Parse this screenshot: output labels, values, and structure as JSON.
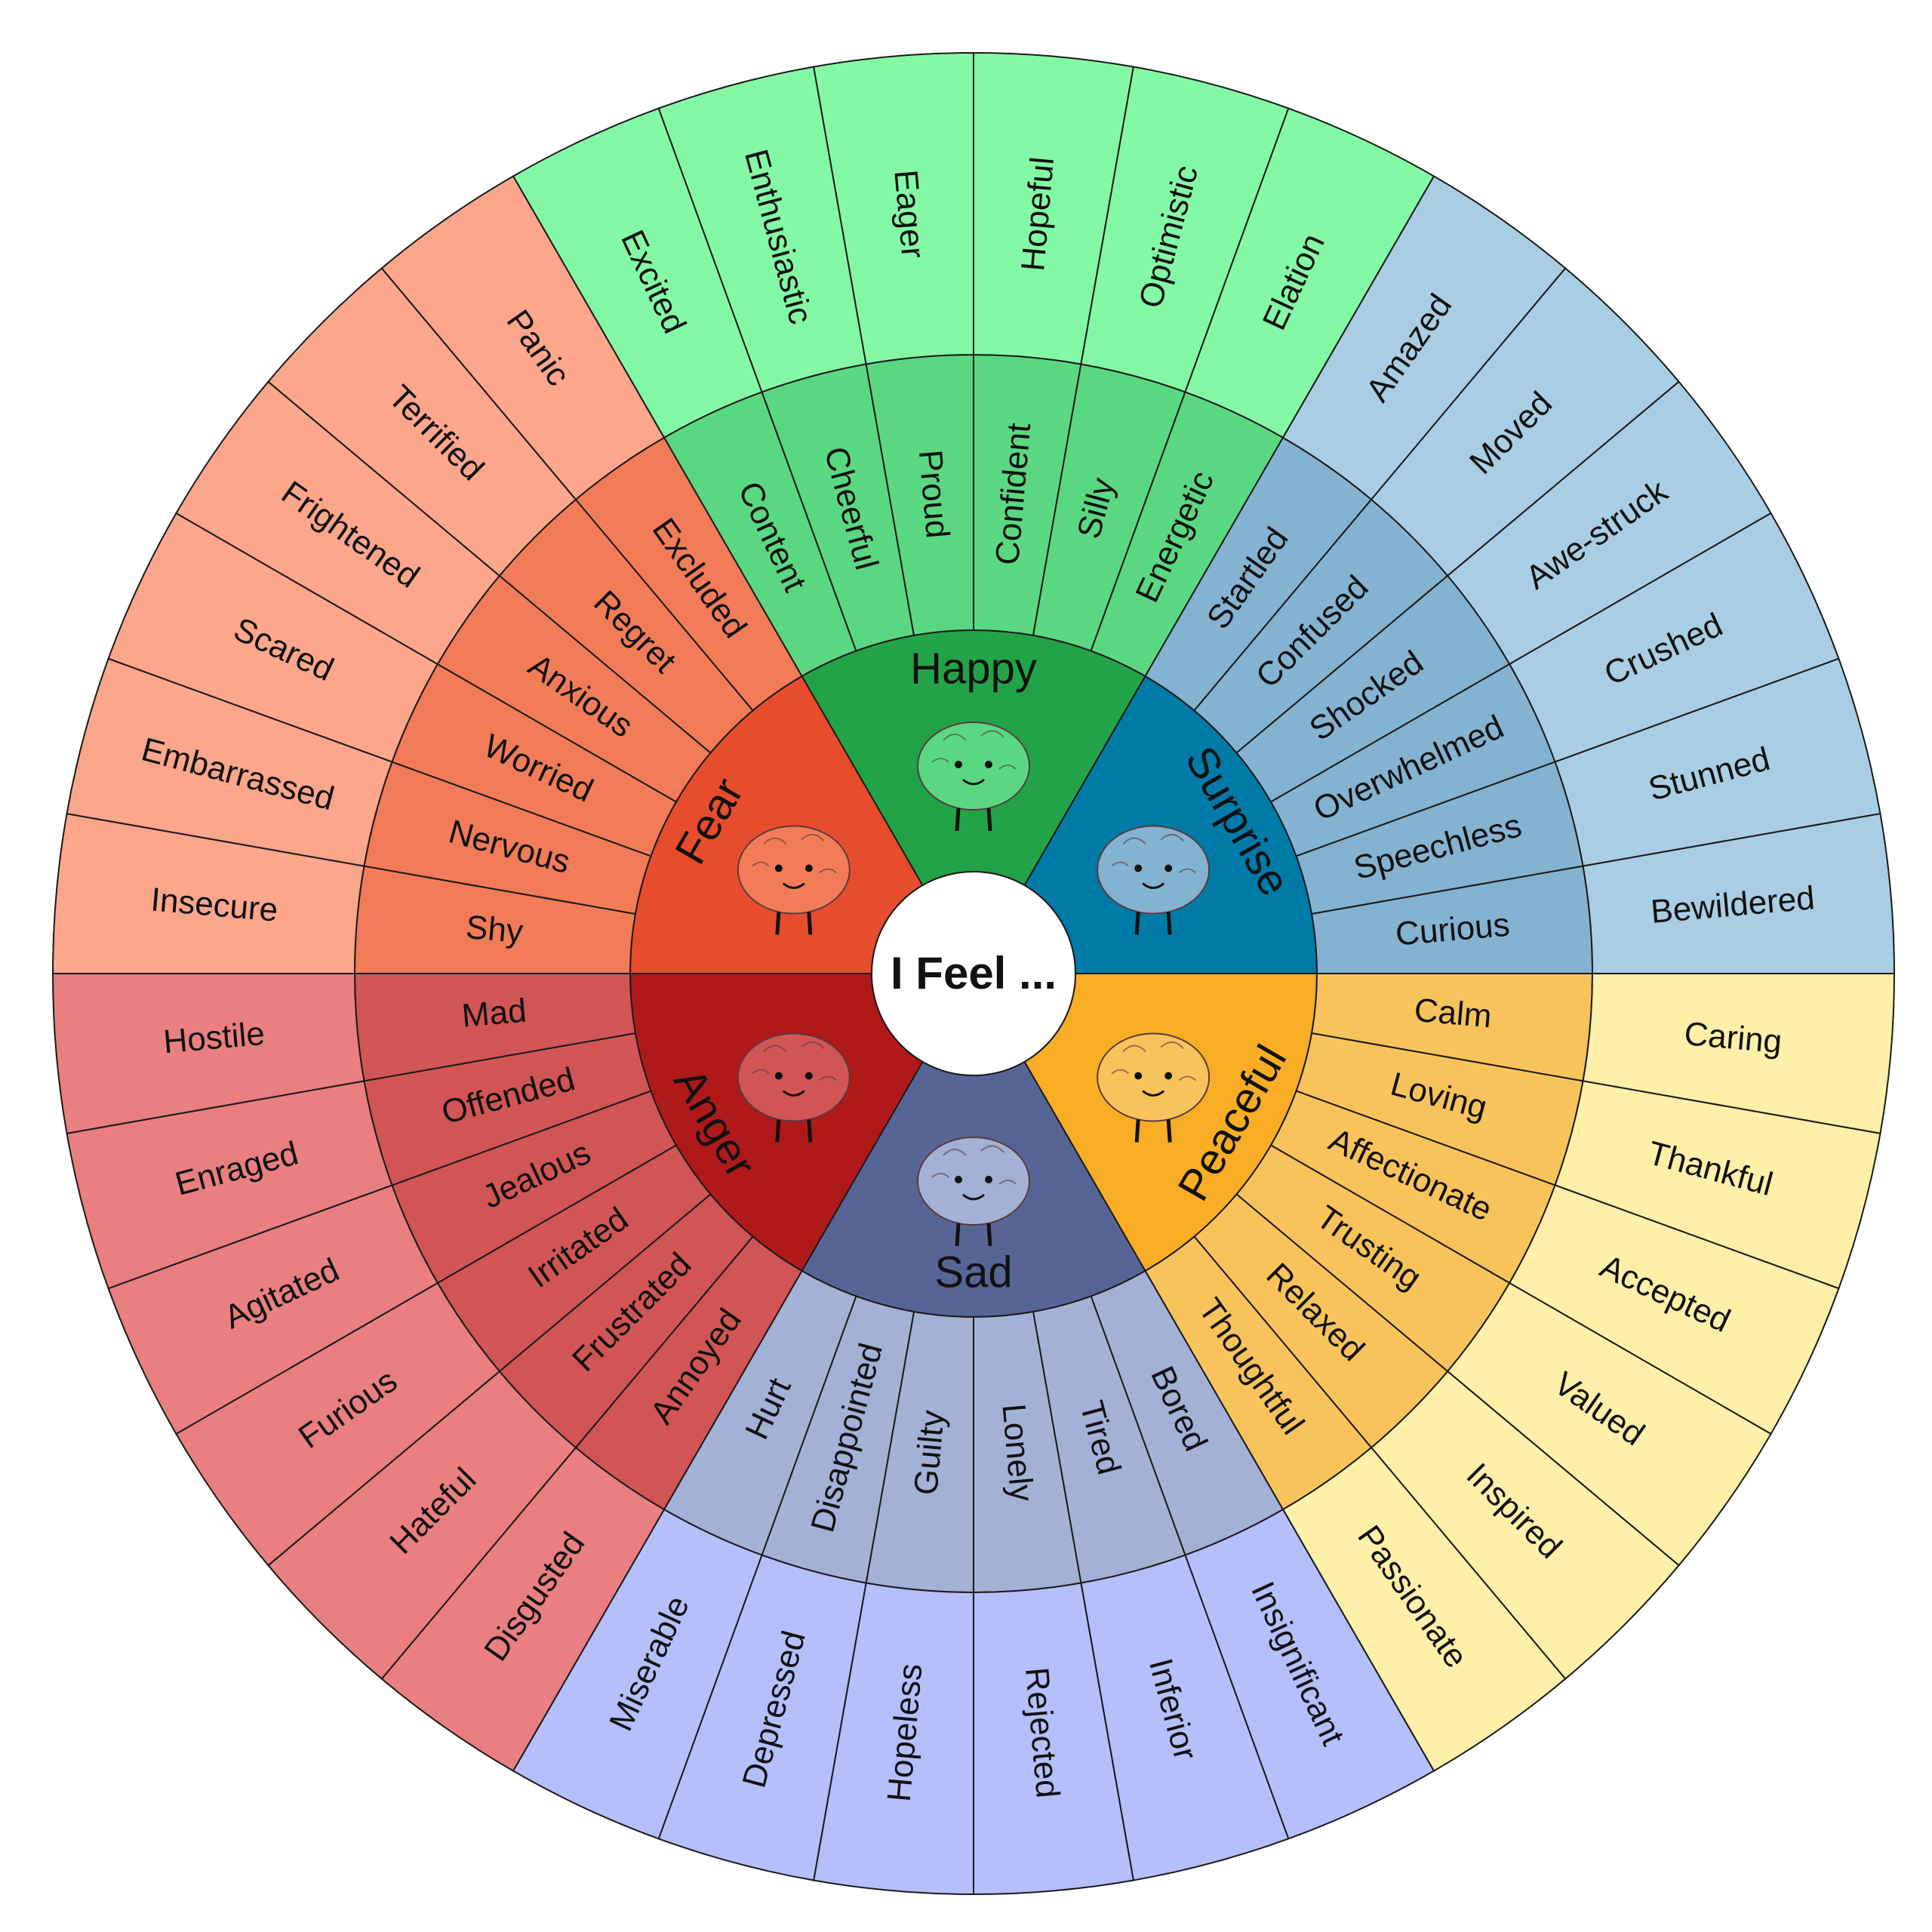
{
  "center": {
    "label": "I Feel ..."
  },
  "colors": {
    "Happy": {
      "core": "#23a347",
      "mid": "#5ad881",
      "outer": "#84f9a5"
    },
    "Surprise": {
      "core": "#007aa6",
      "mid": "#84b3d1",
      "outer": "#a9cee3"
    },
    "Peaceful": {
      "core": "#f8ad24",
      "mid": "#f9c35c",
      "outer": "#fef0a9"
    },
    "Sad": {
      "core": "#576596",
      "mid": "#a3b1d6",
      "outer": "#b4bffb"
    },
    "Anger": {
      "core": "#b0191a",
      "mid": "#d15554",
      "outer": "#e97f80"
    },
    "Fear": {
      "core": "#e74d2d",
      "mid": "#f27c58",
      "outer": "#fca68c"
    }
  },
  "categories": [
    {
      "name": "Happy",
      "mid": [
        "Content",
        "Cheerful",
        "Proud",
        "Confident",
        "Silly",
        "Energetic"
      ],
      "outer": [
        "Excited",
        "Enthusiastic",
        "Eager",
        "Hopeful",
        "Optimistic",
        "Elation"
      ]
    },
    {
      "name": "Surprise",
      "mid": [
        "Startled",
        "Confused",
        "Shocked",
        "Overwhelmed",
        "Speechless",
        "Curious"
      ],
      "outer": [
        "Amazed",
        "Moved",
        "Awe-struck",
        "Crushed",
        "Stunned",
        "Bewildered"
      ]
    },
    {
      "name": "Peaceful",
      "mid": [
        "Calm",
        "Loving",
        "Affectionate",
        "Trusting",
        "Relaxed",
        "Thoughtful"
      ],
      "outer": [
        "Caring",
        "Thankful",
        "Accepted",
        "Valued",
        "Inspired",
        "Passionate"
      ]
    },
    {
      "name": "Sad",
      "mid": [
        "Bored",
        "Tired",
        "Lonely",
        "Guilty",
        "Disappointed",
        "Hurt"
      ],
      "outer": [
        "Insignificant",
        "Inferior",
        "Rejected",
        "Hopeless",
        "Depressed",
        "Miserable"
      ]
    },
    {
      "name": "Anger",
      "mid": [
        "Annoyed",
        "Frustrated",
        "Irritated",
        "Jealous",
        "Offended",
        "Mad"
      ],
      "outer": [
        "Disgusted",
        "Hateful",
        "Furious",
        "Agitated",
        "Enraged",
        "Hostile"
      ]
    },
    {
      "name": "Fear",
      "mid": [
        "Shy",
        "Nervous",
        "Worried",
        "Anxious",
        "Regret",
        "Excluded"
      ],
      "outer": [
        "Insecure",
        "Embarrassed",
        "Scared",
        "Frightened",
        "Terrified",
        "Panic"
      ]
    }
  ]
}
